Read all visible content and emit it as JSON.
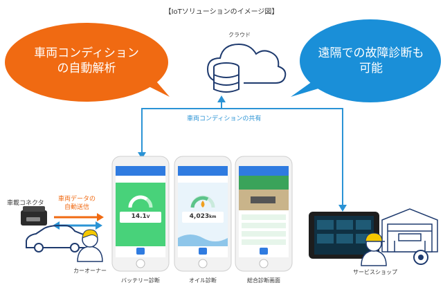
{
  "title": "【IoTソリューションのイメージ図】",
  "left_bubble": {
    "line1": "車両コンディション",
    "line2": "の自動解析",
    "color": "#f06a12"
  },
  "right_bubble": {
    "line1": "遠隔での故障診断も",
    "line2": "可能",
    "color": "#1a8fd8"
  },
  "cloud_label": "クラウド",
  "share_label": "車両コンディションの共有",
  "connector_label": "車載コネクタ",
  "auto_send": {
    "line1": "車両データの",
    "line2": "自動送信",
    "color": "#f06a12"
  },
  "car_owner_label": "カーオーナー",
  "service_shop_label": "サービスショップ",
  "phones": [
    {
      "label": "バッテリー診断",
      "value": "14.1",
      "unit": "V"
    },
    {
      "label": "オイル診断",
      "value": "4,023",
      "unit": "km"
    },
    {
      "label": "総合診断画面"
    }
  ],
  "colors": {
    "blue_line": "#2a93d5",
    "orange": "#f06a12",
    "navy": "#1e3a6e"
  }
}
